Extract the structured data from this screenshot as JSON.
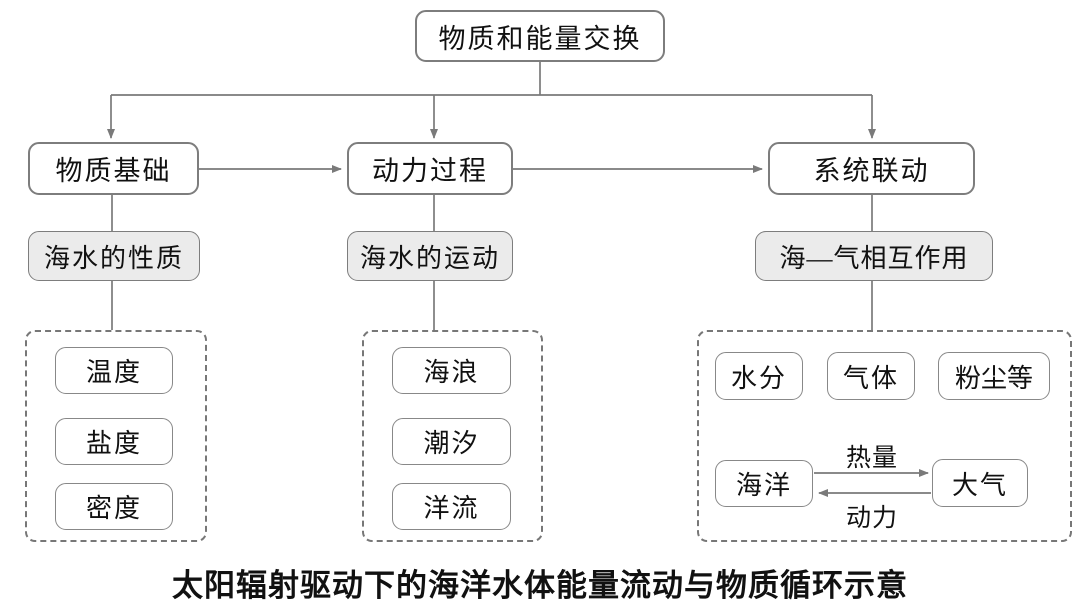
{
  "diagram": {
    "root": {
      "label": "物质和能量交换"
    },
    "columns": [
      {
        "header": "物质基础",
        "sub": "海水的性质",
        "items": [
          "温度",
          "盐度",
          "密度"
        ]
      },
      {
        "header": "动力过程",
        "sub": "海水的运动",
        "items": [
          "海浪",
          "潮汐",
          "洋流"
        ]
      },
      {
        "header": "系统联动",
        "sub": "海—气相互作用",
        "items": [
          "水分",
          "气体",
          "粉尘等"
        ],
        "exchange": {
          "from": "海洋",
          "to": "大气",
          "forward_label": "热量",
          "reverse_label": "动力"
        }
      }
    ],
    "caption": "太阳辐射驱动下的海洋水体能量流动与物质循环示意",
    "colors": {
      "line": "#7a7a7a",
      "box_border": "#7d7d7d",
      "shaded_fill": "#ebebeb",
      "text": "#111111",
      "background": "#ffffff"
    }
  }
}
